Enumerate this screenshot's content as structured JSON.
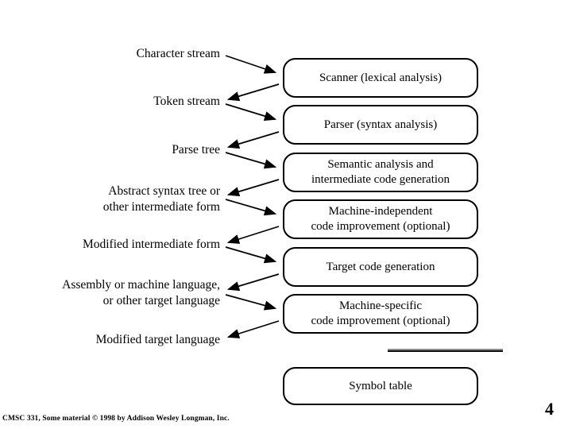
{
  "slide": {
    "artifacts": [
      {
        "lines": [
          "Character stream"
        ]
      },
      {
        "lines": [
          "Token stream"
        ]
      },
      {
        "lines": [
          "Parse tree"
        ]
      },
      {
        "lines": [
          "Abstract syntax tree or",
          "other intermediate form"
        ]
      },
      {
        "lines": [
          "Modified intermediate form"
        ]
      },
      {
        "lines": [
          "Assembly or machine language,",
          "or other target language"
        ]
      },
      {
        "lines": [
          "Modified target language"
        ]
      }
    ],
    "phases": [
      {
        "lines": [
          "Scanner (lexical analysis)"
        ]
      },
      {
        "lines": [
          "Parser (syntax analysis)"
        ]
      },
      {
        "lines": [
          "Semantic analysis and",
          "intermediate code generation"
        ]
      },
      {
        "lines": [
          "Machine-independent",
          "code improvement (optional)"
        ]
      },
      {
        "lines": [
          "Target code generation"
        ]
      },
      {
        "lines": [
          "Machine-specific",
          "code improvement (optional)"
        ]
      }
    ],
    "symbol_table": {
      "label": "Symbol table"
    },
    "footer": {
      "credit": "CMSC 331, Some material © 1998 by Addison Wesley Longman, Inc."
    },
    "page_number": "4",
    "colors": {
      "background": "#ffffff",
      "ink": "#000000",
      "divider_gray": "#8a8a8a"
    }
  }
}
